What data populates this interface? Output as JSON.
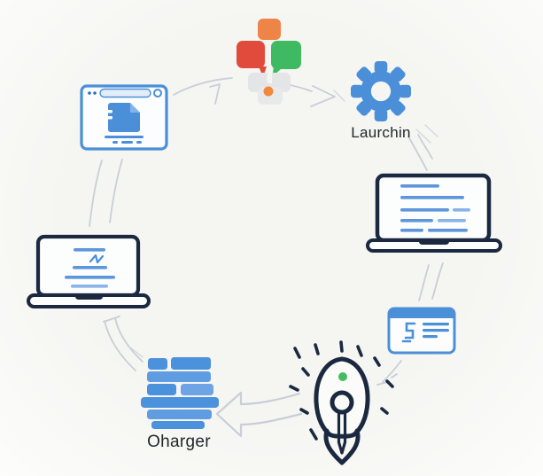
{
  "page": {
    "background": "#f6f6f3"
  },
  "diagram": {
    "labels": {
      "launching": "Laurchin",
      "changes": "Oharger"
    },
    "nodes": [
      {
        "name": "browser-window",
        "icon": "browser-window-icon"
      },
      {
        "name": "chat-flow-blocks",
        "icon": "chat-flow-icon"
      },
      {
        "name": "gear",
        "icon": "gear-icon",
        "label": "Laurchin"
      },
      {
        "name": "laptop-code",
        "icon": "laptop-code-icon"
      },
      {
        "name": "form-card",
        "icon": "form-card-icon"
      },
      {
        "name": "rocket",
        "icon": "rocket-icon"
      },
      {
        "name": "layer-stack",
        "icon": "stack-icon",
        "label": "Oharger"
      },
      {
        "name": "laptop",
        "icon": "laptop-icon"
      }
    ],
    "colors": {
      "blue": "#4a8fd8",
      "blue_line": "#5d96da",
      "blue_line_light": "#8ab3e8",
      "navy": "#1b2940",
      "orange": "#ee8448",
      "orange_dot": "#f0893c",
      "red": "#e14b3c",
      "green": "#3fba63",
      "green_dot": "#45bc61",
      "gray_bubble": "#e4e5e7",
      "arrow_gray": "#c9ced7",
      "text": "#23262b"
    }
  }
}
